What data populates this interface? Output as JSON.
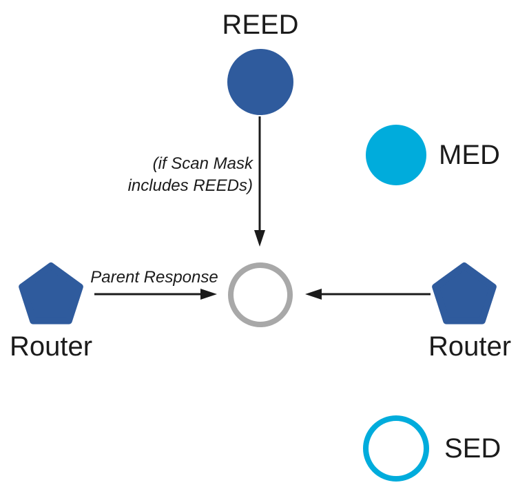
{
  "diagram": {
    "nodes": {
      "reed": {
        "label": "REED",
        "shape": "circle",
        "fill": "node-blue"
      },
      "med": {
        "label": "MED",
        "shape": "circle",
        "fill": "node-cyan"
      },
      "sed": {
        "label": "SED",
        "shape": "circle-outline",
        "fill": "white"
      },
      "router_left": {
        "label": "Router",
        "shape": "pentagon",
        "fill": "node-blue"
      },
      "router_right": {
        "label": "Router",
        "shape": "pentagon",
        "fill": "node-blue"
      },
      "joiner": {
        "label": "",
        "shape": "circle-outline",
        "fill": "white"
      }
    },
    "edges": {
      "reed_to_joiner": {
        "direction": "down",
        "label_line1": "(if Scan Mask",
        "label_line2": "includes REEDs)"
      },
      "router_left_to_joiner": {
        "direction": "right",
        "label": "Parent Response"
      },
      "router_right_to_joiner": {
        "direction": "left",
        "label": ""
      }
    },
    "colors": {
      "node-blue": "#2F5B9D",
      "node-cyan": "#00ACDC",
      "outline-gray": "#A8A8A8",
      "text-black": "#1B1B1B"
    }
  }
}
